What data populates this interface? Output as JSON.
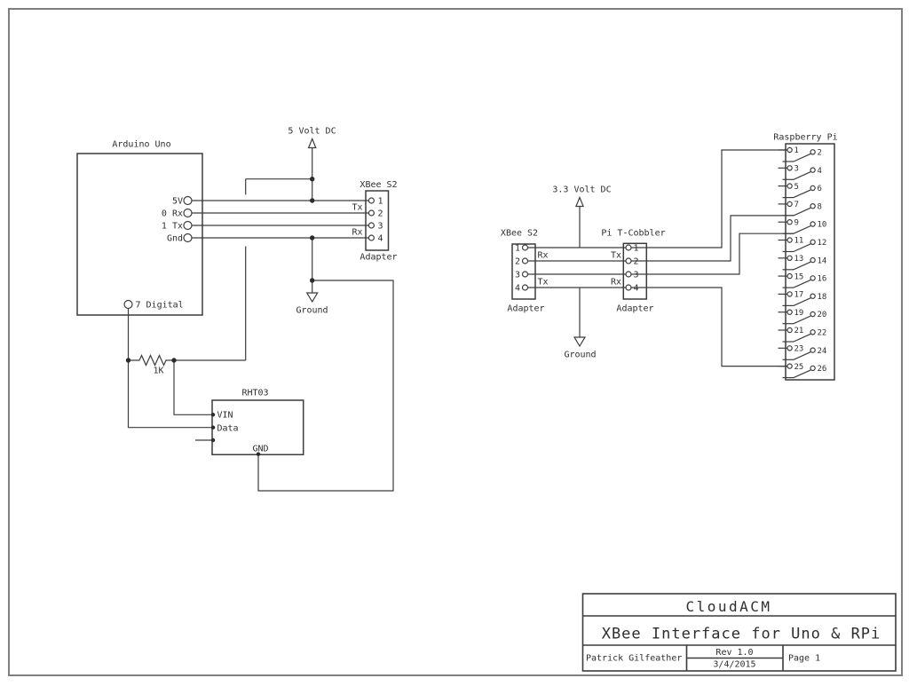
{
  "colors": {
    "line": "#3c3c3c",
    "text": "#2e2e2e",
    "page_border": "#7f7f7f"
  },
  "left": {
    "supply": "5 Volt DC",
    "ground": "Ground",
    "arduino": {
      "title": "Arduino Uno",
      "pins": [
        "5V",
        "0 Rx",
        "1 Tx",
        "Gnd"
      ],
      "digital": "7 Digital"
    },
    "xbee": {
      "title": "XBee S2",
      "caption": "Adapter",
      "pins": [
        "1",
        "2",
        "3",
        "4"
      ],
      "tx": "Tx",
      "rx": "Rx"
    },
    "resistor": "1K",
    "rht03": {
      "title": "RHT03",
      "vin": "VIN",
      "data": "Data",
      "gnd": "GND"
    }
  },
  "right": {
    "supply": "3.3 Volt DC",
    "ground": "Ground",
    "xbee": {
      "title": "XBee S2",
      "caption": "Adapter",
      "pins": [
        "1",
        "2",
        "3",
        "4"
      ],
      "rx": "Rx",
      "tx": "Tx"
    },
    "cobbler": {
      "title": "Pi T-Cobbler",
      "caption": "Adapter",
      "pins": [
        "1",
        "2",
        "3",
        "4"
      ],
      "tx": "Tx",
      "rx": "Rx"
    },
    "rpi": {
      "title": "Raspberry Pi",
      "pins": [
        [
          "1",
          "2"
        ],
        [
          "3",
          "4"
        ],
        [
          "5",
          "6"
        ],
        [
          "7",
          "8"
        ],
        [
          "9",
          "10"
        ],
        [
          "11",
          "12"
        ],
        [
          "13",
          "14"
        ],
        [
          "15",
          "16"
        ],
        [
          "17",
          "18"
        ],
        [
          "19",
          "20"
        ],
        [
          "21",
          "22"
        ],
        [
          "23",
          "24"
        ],
        [
          "25",
          "26"
        ]
      ]
    }
  },
  "title_block": {
    "company": "CloudACM",
    "title": "XBee Interface for Uno & RPi",
    "author": "Patrick Gilfeather",
    "revision": "Rev 1.0",
    "date": "3/4/2015",
    "page": "Page 1"
  }
}
